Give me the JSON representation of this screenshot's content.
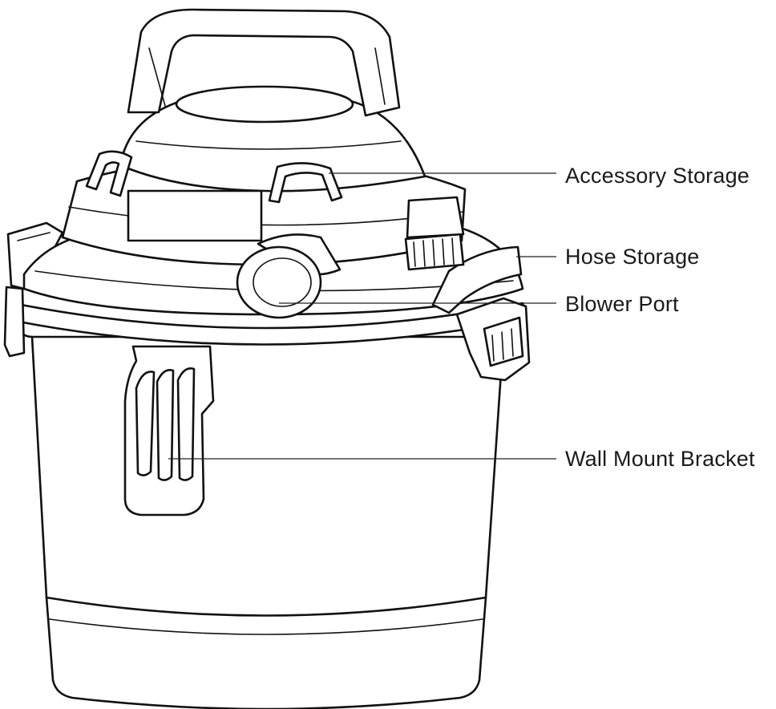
{
  "callouts": {
    "accessory_storage": "Accessory Storage",
    "hose_storage": "Hose Storage",
    "blower_port": "Blower Port",
    "wall_mount_bracket": "Wall Mount Bracket"
  },
  "colors": {
    "line": "#111111",
    "background": "#ffffff",
    "text": "#1a1a1a"
  }
}
